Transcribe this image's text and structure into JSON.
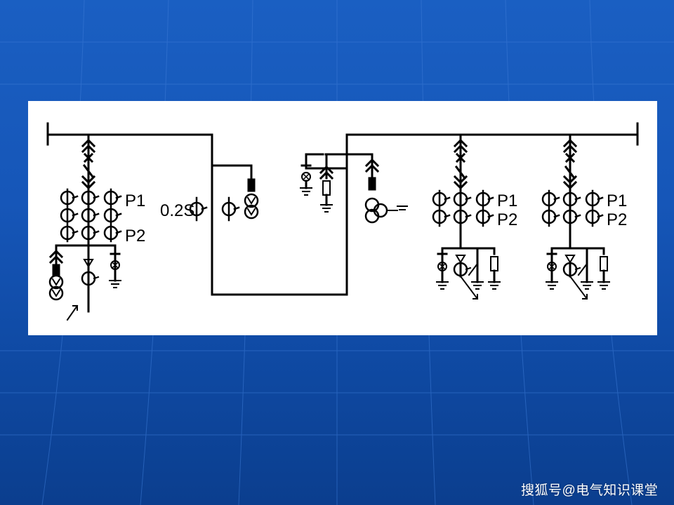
{
  "diagram": {
    "labels": {
      "p1_left": "P1",
      "p2_left": "P2",
      "accuracy_class": "0.2S",
      "p1_mid": "P1",
      "p2_mid": "P2",
      "p1_right": "P1",
      "p2_right": "P2"
    }
  },
  "watermark": {
    "text": "搜狐号@电气知识课堂"
  },
  "colors": {
    "slide_background": "#1656b8",
    "panel": "#ffffff",
    "ink": "#000000"
  }
}
